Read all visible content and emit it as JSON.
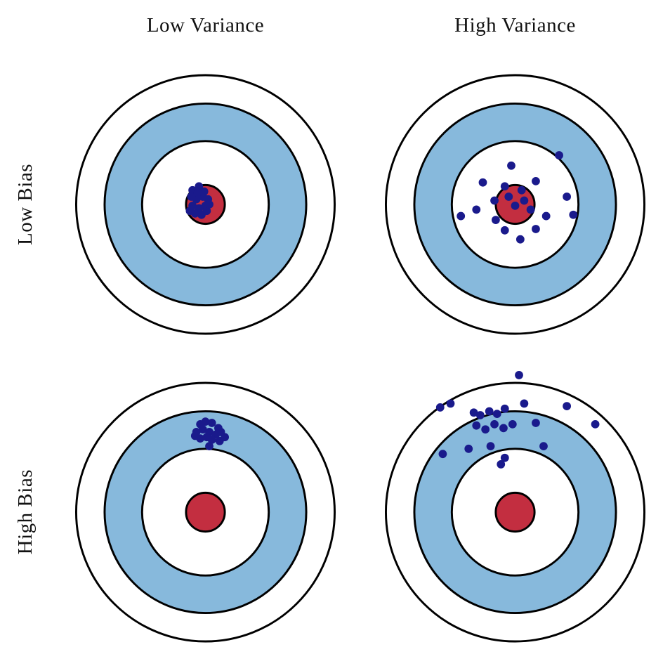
{
  "headers": {
    "columns": [
      "Low Variance",
      "High Variance"
    ],
    "rows": [
      "Low Bias",
      "High Bias"
    ]
  },
  "target": {
    "rings": [
      {
        "name": "outer-ring",
        "r": 1.0,
        "fill": "#ffffff"
      },
      {
        "name": "blue-ring",
        "r": 0.78,
        "fill": "#87b9dc"
      },
      {
        "name": "inner-ring",
        "r": 0.49,
        "fill": "#ffffff"
      },
      {
        "name": "bullseye",
        "r": 0.15,
        "fill": "#c32e40"
      }
    ],
    "stroke": "#000000",
    "stroke_width": 0.016,
    "dot_color": "#1a1a8c",
    "dot_radius": 0.032
  },
  "panels": [
    {
      "bias": "Low Bias",
      "variance": "Low Variance",
      "dots": [
        [
          -0.1,
          -0.11
        ],
        [
          -0.05,
          -0.14
        ],
        [
          -0.01,
          -0.1
        ],
        [
          -0.11,
          -0.06
        ],
        [
          -0.07,
          -0.04
        ],
        [
          -0.02,
          -0.06
        ],
        [
          0.02,
          -0.04
        ],
        [
          -0.1,
          0.01
        ],
        [
          -0.05,
          0.03
        ],
        [
          0.0,
          0.01
        ],
        [
          -0.08,
          0.07
        ],
        [
          -0.03,
          0.08
        ],
        [
          0.01,
          0.05
        ],
        [
          -0.12,
          0.05
        ],
        [
          0.03,
          0.0
        ],
        [
          -0.06,
          -0.09
        ]
      ]
    },
    {
      "bias": "Low Bias",
      "variance": "High Variance",
      "dots": [
        [
          0.34,
          -0.38
        ],
        [
          -0.03,
          -0.3
        ],
        [
          -0.25,
          -0.17
        ],
        [
          -0.08,
          -0.14
        ],
        [
          0.05,
          -0.11
        ],
        [
          0.16,
          -0.18
        ],
        [
          -0.42,
          0.09
        ],
        [
          -0.3,
          0.04
        ],
        [
          -0.16,
          -0.03
        ],
        [
          -0.05,
          -0.06
        ],
        [
          0.0,
          0.01
        ],
        [
          0.07,
          -0.03
        ],
        [
          0.12,
          0.04
        ],
        [
          0.4,
          -0.06
        ],
        [
          0.45,
          0.08
        ],
        [
          0.24,
          0.09
        ],
        [
          -0.08,
          0.2
        ],
        [
          0.04,
          0.27
        ],
        [
          0.16,
          0.19
        ],
        [
          -0.15,
          0.12
        ]
      ]
    },
    {
      "bias": "High Bias",
      "variance": "Low Variance",
      "dots": [
        [
          -0.04,
          -0.68
        ],
        [
          0.0,
          -0.7
        ],
        [
          0.05,
          -0.69
        ],
        [
          0.1,
          -0.65
        ],
        [
          -0.07,
          -0.62
        ],
        [
          -0.02,
          -0.64
        ],
        [
          0.03,
          -0.62
        ],
        [
          0.08,
          -0.6
        ],
        [
          0.12,
          -0.62
        ],
        [
          -0.04,
          -0.57
        ],
        [
          0.01,
          -0.58
        ],
        [
          0.05,
          -0.56
        ],
        [
          0.11,
          -0.55
        ],
        [
          0.15,
          -0.58
        ],
        [
          -0.08,
          -0.59
        ],
        [
          0.03,
          -0.51
        ]
      ]
    },
    {
      "bias": "High Bias",
      "variance": "High Variance",
      "dots": [
        [
          0.03,
          -1.06
        ],
        [
          -0.58,
          -0.81
        ],
        [
          -0.5,
          -0.84
        ],
        [
          -0.32,
          -0.77
        ],
        [
          -0.27,
          -0.75
        ],
        [
          -0.2,
          -0.78
        ],
        [
          -0.14,
          -0.76
        ],
        [
          -0.08,
          -0.8
        ],
        [
          0.07,
          -0.84
        ],
        [
          0.4,
          -0.82
        ],
        [
          -0.3,
          -0.67
        ],
        [
          -0.23,
          -0.64
        ],
        [
          -0.16,
          -0.68
        ],
        [
          -0.09,
          -0.65
        ],
        [
          -0.02,
          -0.68
        ],
        [
          0.16,
          -0.69
        ],
        [
          0.62,
          -0.68
        ],
        [
          -0.56,
          -0.45
        ],
        [
          -0.36,
          -0.49
        ],
        [
          -0.19,
          -0.51
        ],
        [
          -0.08,
          -0.42
        ],
        [
          0.22,
          -0.51
        ],
        [
          -0.11,
          -0.37
        ]
      ]
    }
  ]
}
